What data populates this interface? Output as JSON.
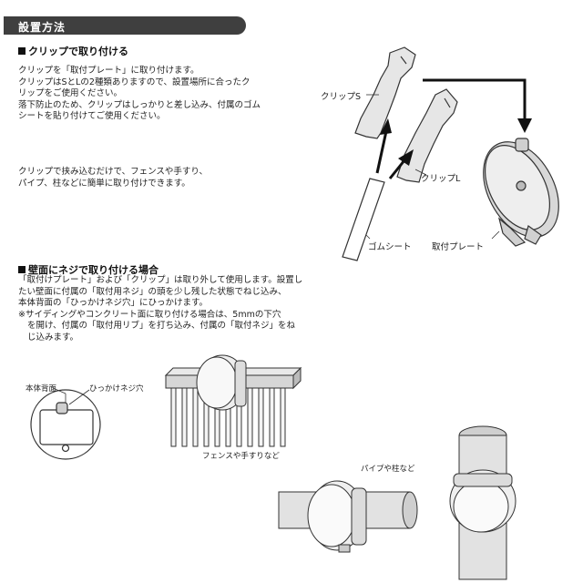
{
  "header": {
    "title": "設置方法"
  },
  "clip_section": {
    "title": "クリップで取り付ける",
    "para1": [
      "クリップを「取付プレート」に取り付けます。",
      "クリップはSとLの2種類ありますので、設置場所に合ったク",
      "リップをご使用ください。",
      "落下防止のため、クリップはしっかりと差し込み、付属のゴム",
      "シートを貼り付けてご使用ください。"
    ],
    "para2": [
      "クリップで挟み込むだけで、フェンスや手すり、",
      "パイプ、柱などに簡単に取り付けできます。"
    ],
    "labels": {
      "clip_s": "クリップS",
      "clip_l": "クリップL",
      "rubber": "ゴムシート",
      "plate": "取付プレート"
    }
  },
  "screw_section": {
    "title": "壁面にネジで取り付ける場合",
    "para": [
      "「取付けプレート」および「クリップ」は取り外して使用します。設置し",
      "たい壁面に付属の「取付用ネジ」の頭を少し残した状態でねじ込み、",
      "本体背面の「ひっかけネジ穴」にひっかけます。",
      "※サイディングやコンクリート面に取り付ける場合は、5mmの下穴",
      "を開け、付属の「取付用リブ」を打ち込み、付属の「取付ネジ」をね",
      "じ込みます。"
    ],
    "labels": {
      "back": "本体背面",
      "hook_hole": "ひっかけネジ穴",
      "fence": "フェンスや手すりなど",
      "pipe": "パイプや柱など"
    }
  },
  "colors": {
    "header_bg": "#3f3f3f",
    "arrow": "#111111",
    "part_fill": "#e6e6e6"
  }
}
